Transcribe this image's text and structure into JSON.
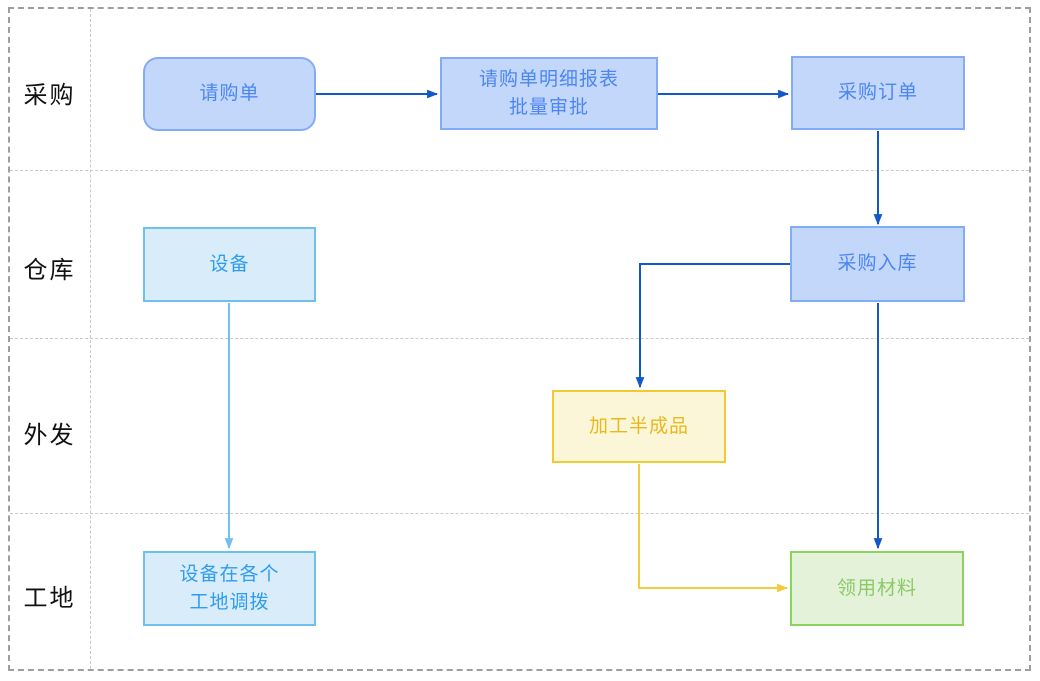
{
  "diagram": {
    "type": "swimlane-flowchart",
    "lanes": [
      {
        "label": "采购"
      },
      {
        "label": "仓库"
      },
      {
        "label": "外发"
      },
      {
        "label": "工地"
      }
    ],
    "nodes": [
      {
        "id": "requisition",
        "label": "请购单",
        "lane": "采购",
        "shape": "rounded-rect",
        "fill": "#c3d7fb",
        "border": "#84abf6",
        "text_color": "#4c87f1"
      },
      {
        "id": "requisition-report",
        "label": "请购单明细报表\n批量审批",
        "lane": "采购",
        "shape": "rect",
        "fill": "#c3d7fb",
        "border": "#84abf6",
        "text_color": "#4c87f1"
      },
      {
        "id": "purchase-order",
        "label": "采购订单",
        "lane": "采购",
        "shape": "rect",
        "fill": "#c3d7fb",
        "border": "#84abf6",
        "text_color": "#4c87f1"
      },
      {
        "id": "equipment",
        "label": "设备",
        "lane": "仓库",
        "shape": "rect",
        "fill": "#d8ecfa",
        "border": "#6fc0ea",
        "text_color": "#2f9cf0"
      },
      {
        "id": "purchase-inbound",
        "label": "采购入库",
        "lane": "仓库",
        "shape": "rect",
        "fill": "#c3d7fb",
        "border": "#84abf6",
        "text_color": "#4c87f1"
      },
      {
        "id": "semi-finished",
        "label": "加工半成品",
        "lane": "外发",
        "shape": "rect",
        "fill": "#fbf6d7",
        "border": "#f1c933",
        "text_color": "#e9b820"
      },
      {
        "id": "material",
        "label": "领用材料",
        "lane": "工地",
        "shape": "rect",
        "fill": "#e4f2da",
        "border": "#8bd35c",
        "text_color": "#8cc968"
      },
      {
        "id": "equipment-transfer",
        "label": "设备在各个\n工地调拨",
        "lane": "工地",
        "shape": "rect",
        "fill": "#d8ecfa",
        "border": "#6fc0ea",
        "text_color": "#2f9cf0"
      }
    ],
    "edges": [
      {
        "from": "请购单",
        "to": "请购单明细报表批量审批",
        "color": "#1159c9"
      },
      {
        "from": "请购单明细报表批量审批",
        "to": "采购订单",
        "color": "#1159c9"
      },
      {
        "from": "采购订单",
        "to": "采购入库",
        "color": "#1159c9"
      },
      {
        "from": "采购入库",
        "to": "加工半成品",
        "color": "#1159c9"
      },
      {
        "from": "采购入库",
        "to": "领用材料",
        "color": "#1159c9"
      },
      {
        "from": "加工半成品",
        "to": "领用材料",
        "color": "#f2cc3c"
      },
      {
        "from": "设备",
        "to": "设备在各个工地调拨",
        "color": "#74c0ec"
      }
    ],
    "frame_colors": {
      "outer_border": "#9e9e9e",
      "inner_separators": "#c9c9c9",
      "lane_label_text": "#111111"
    }
  }
}
